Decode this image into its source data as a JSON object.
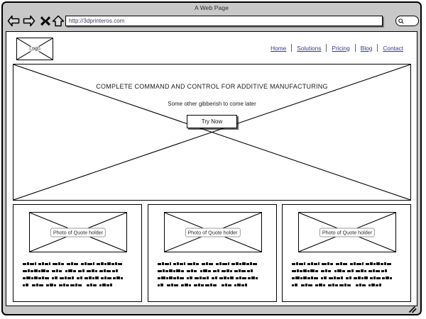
{
  "browser": {
    "title": "A Web Page",
    "url": "http://3dprinteros.com",
    "search_placeholder": "",
    "controls": [
      {
        "name": "back-button",
        "icon": "arrow-left-icon"
      },
      {
        "name": "forward-button",
        "icon": "arrow-right-icon"
      },
      {
        "name": "stop-button",
        "icon": "close-x-icon"
      },
      {
        "name": "home-button",
        "icon": "home-icon"
      }
    ],
    "search_icon": "search-icon",
    "resize_grip_icon": "resize-grip-icon"
  },
  "site": {
    "logo": {
      "label": "Logo",
      "icon": "image-placeholder-icon"
    },
    "nav": {
      "items": [
        {
          "label": "Home"
        },
        {
          "label": "Solutions"
        },
        {
          "label": "Pricing"
        },
        {
          "label": "Blog"
        },
        {
          "label": "Contact"
        }
      ],
      "link_color": "#2b3c8c"
    },
    "hero": {
      "headline": "COMPLETE COMMAND AND CONTROL FOR ADDITIVE MANUFACTURING",
      "subhead": "Some other gibberish to come later",
      "cta_label": "Try Now",
      "placeholder_icon": "image-placeholder-icon"
    },
    "cards": [
      {
        "photo_label": "Photo of Quote holder",
        "photo_icon": "image-placeholder-icon",
        "body_text": "[greeked placeholder text]"
      },
      {
        "photo_label": "Photo of Quote holder",
        "photo_icon": "image-placeholder-icon",
        "body_text": "[greeked placeholder text]"
      },
      {
        "photo_label": "Photo of Quote holder",
        "photo_icon": "image-placeholder-icon",
        "body_text": "[greeked placeholder text]"
      }
    ]
  },
  "colors": {
    "chrome": "#c8c8c8",
    "page": "#ffffff",
    "ink": "#000000",
    "link": "#2b3c8c"
  }
}
